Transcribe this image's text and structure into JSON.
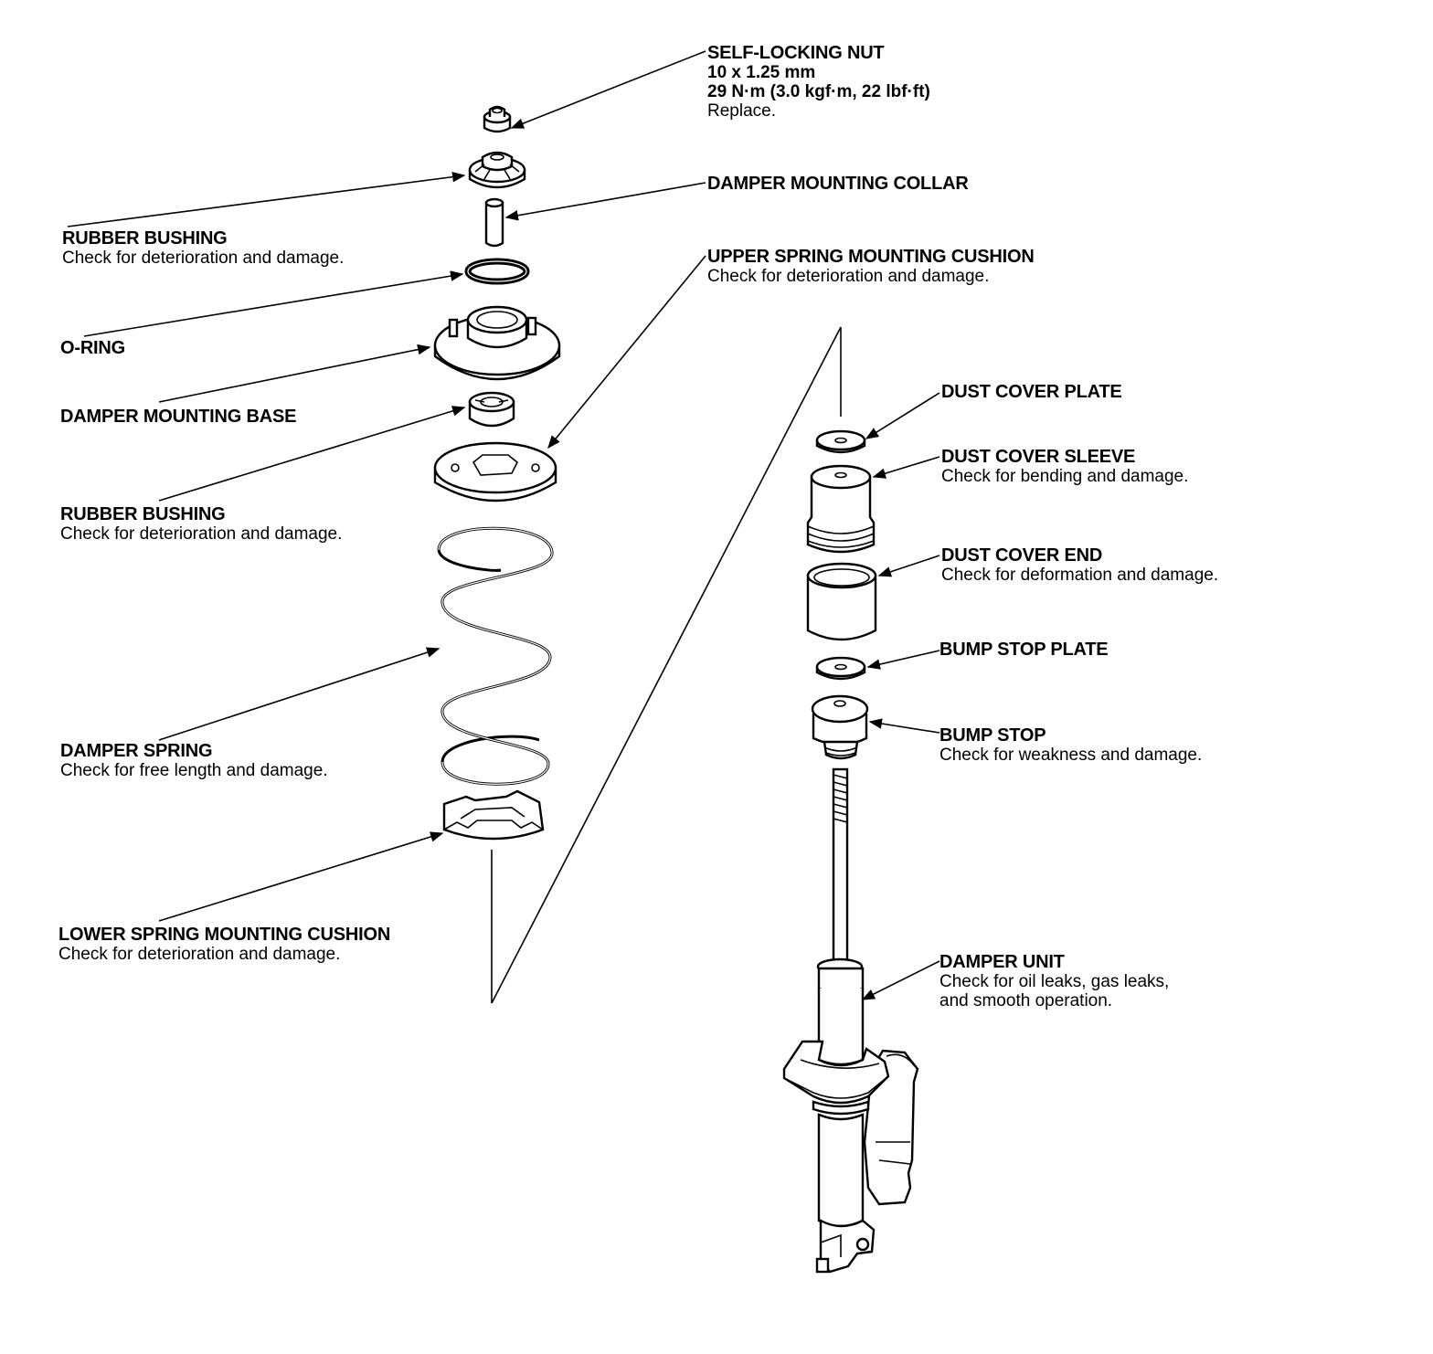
{
  "labels": {
    "self_locking_nut": {
      "title": "SELF-LOCKING NUT",
      "size": "10 x 1.25 mm",
      "torque": "29 N·m (3.0 kgf·m, 22 lbf·ft)",
      "note": "Replace."
    },
    "damper_mounting_collar": {
      "title": "DAMPER MOUNTING COLLAR"
    },
    "rubber_bushing_upper": {
      "title": "RUBBER BUSHING",
      "note": "Check for deterioration and damage."
    },
    "upper_spring_mounting_cushion": {
      "title": "UPPER SPRING MOUNTING CUSHION",
      "note": "Check for deterioration and damage."
    },
    "o_ring": {
      "title": "O-RING"
    },
    "damper_mounting_base": {
      "title": "DAMPER MOUNTING BASE"
    },
    "dust_cover_plate": {
      "title": "DUST COVER PLATE"
    },
    "dust_cover_sleeve": {
      "title": "DUST COVER SLEEVE",
      "note": "Check for bending and damage."
    },
    "rubber_bushing_lower": {
      "title": "RUBBER BUSHING",
      "note": "Check for deterioration and damage."
    },
    "dust_cover_end": {
      "title": "DUST COVER END",
      "note": "Check for deformation and damage."
    },
    "bump_stop_plate": {
      "title": "BUMP STOP PLATE"
    },
    "bump_stop": {
      "title": "BUMP STOP",
      "note": "Check for weakness and damage."
    },
    "damper_spring": {
      "title": "DAMPER SPRING",
      "note": "Check for free length and damage."
    },
    "lower_spring_mounting_cushion": {
      "title": "LOWER SPRING MOUNTING CUSHION",
      "note": "Check for deterioration and damage."
    },
    "damper_unit": {
      "title": "DAMPER UNIT",
      "note_line1": "Check for oil leaks, gas leaks,",
      "note_line2": "and smooth operation."
    }
  }
}
